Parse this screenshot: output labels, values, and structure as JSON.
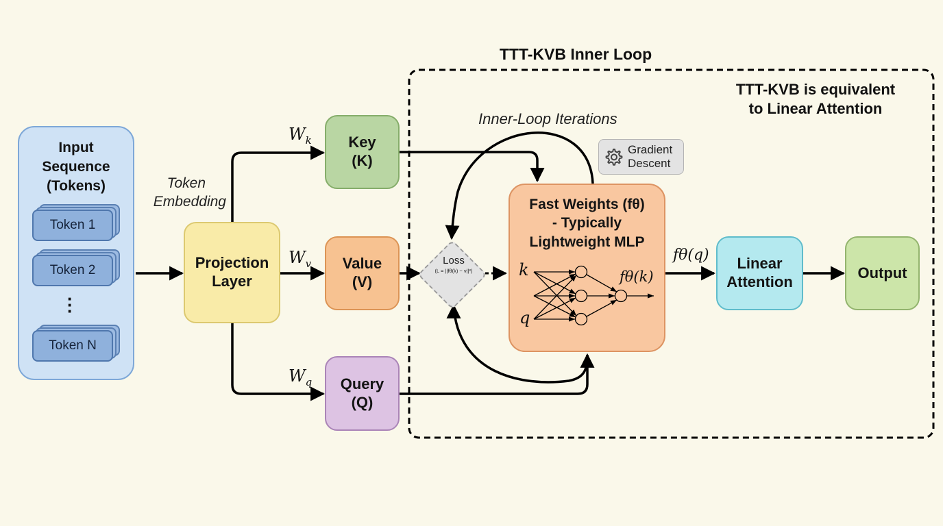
{
  "diagram": {
    "inner_loop_title": "TTT-KVB Inner Loop",
    "equivalence_note_line1": "TTT-KVB is equivalent",
    "equivalence_note_line2": "to Linear Attention",
    "inner_loop_iterations_label": "Inner-Loop Iterations",
    "token_embedding_line1": "Token",
    "token_embedding_line2": "Embedding",
    "input": {
      "title_line1": "Input",
      "title_line2": "Sequence",
      "title_line3": "(Tokens)",
      "tokens": [
        "Token 1",
        "Token 2",
        "Token N"
      ],
      "ellipsis": "⋮"
    },
    "projection": {
      "line1": "Projection",
      "line2": "Layer"
    },
    "key": {
      "line1": "Key",
      "line2": "(K)",
      "weight": "W",
      "sub": "k"
    },
    "value": {
      "line1": "Value",
      "line2": "(V)",
      "weight": "W",
      "sub": "v"
    },
    "query": {
      "line1": "Query",
      "line2": "(Q)",
      "weight": "W",
      "sub": "q"
    },
    "loss": {
      "label": "Loss",
      "formula": "(L = ||fθ(k) − v||²)"
    },
    "gradient_descent": {
      "line1": "Gradient",
      "line2": "Descent",
      "icon": "gear-icon"
    },
    "fast_weights": {
      "line1": "Fast Weights (fθ)",
      "line2": "- Typically",
      "line3": "Lightweight MLP",
      "input_k": "k",
      "input_q": "q",
      "output_label": "fθ(k)"
    },
    "fq_label": "fθ(q)",
    "linear_attention": {
      "line1": "Linear",
      "line2": "Attention"
    },
    "output": {
      "label": "Output"
    }
  },
  "colors": {
    "background": "#faf8ea",
    "input_fill": "#cfe2f5",
    "input_border": "#7ea8d8",
    "projection_fill": "#f9eba8",
    "projection_border": "#dcc970",
    "key_fill": "#b9d6a3",
    "key_border": "#85ad6a",
    "value_fill": "#f7c291",
    "value_border": "#dc9455",
    "query_fill": "#ddc3e3",
    "query_border": "#aa84b7",
    "fast_fill": "#f9c7a0",
    "fast_border": "#dd9463",
    "linear_fill": "#b4e9ef",
    "linear_border": "#5fbccb",
    "output_fill": "#cce5a9",
    "output_border": "#93b46e",
    "loss_fill": "#e3e3e3",
    "loss_border": "#9a9a9a",
    "gd_fill": "#e3e3e3",
    "gd_border": "#b4b4b4"
  }
}
